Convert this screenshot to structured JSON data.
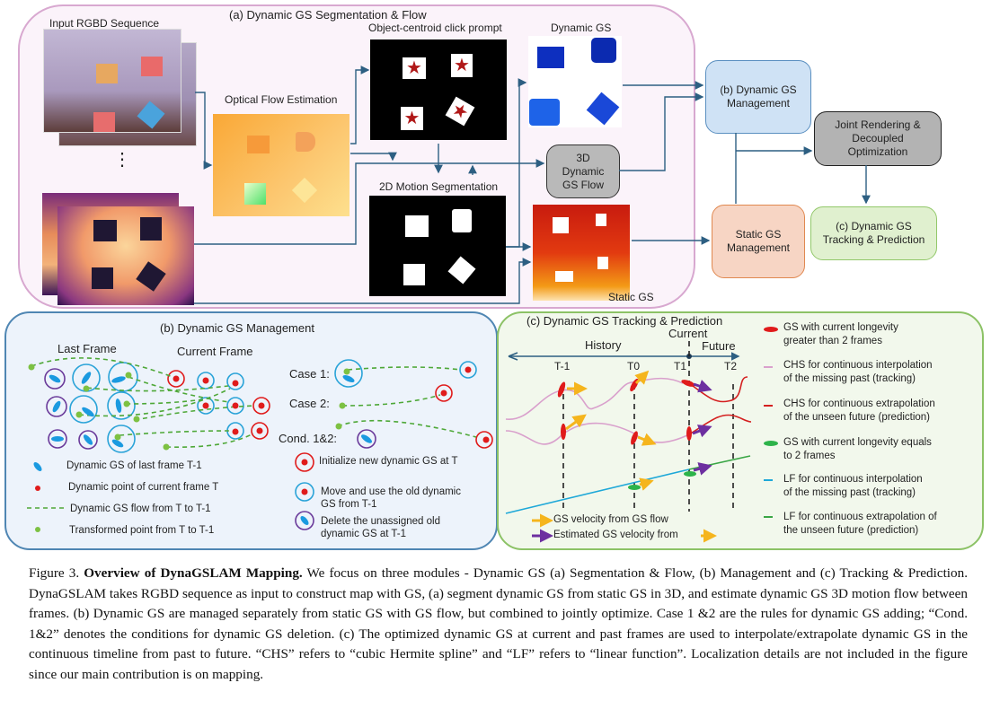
{
  "panel_a": {
    "title": "(a) Dynamic GS Segmentation & Flow",
    "input_label": "Input RGBD Sequence",
    "optical_flow_label": "Optical Flow Estimation",
    "click_prompt_label": "Object-centroid click prompt",
    "dynamic_gs_label": "Dynamic GS",
    "motion_seg_label": "2D Motion Segmentation",
    "flow_box": "3D\nDynamic\nGS Flow",
    "static_gs_label": "Static GS",
    "ellipsis": "⋮"
  },
  "pipeline": {
    "dyn_mgmt": "(b) Dynamic GS\nManagement",
    "joint_opt": "Joint Rendering &\nDecoupled\nOptimization",
    "static_mgmt": "Static GS\nManagement",
    "tracking": "(c) Dynamic GS\nTracking & Prediction"
  },
  "panel_b": {
    "title": "(b) Dynamic GS Management",
    "last_frame": "Last Frame",
    "current_frame": "Current Frame",
    "case1": "Case 1:",
    "case2": "Case 2:",
    "cond": "Cond. 1&2:",
    "legend": [
      "Dynamic GS of last frame T-1",
      "Dynamic point of  current frame T",
      "Dynamic GS flow from T to T-1",
      "Transformed point  from T to T-1"
    ],
    "rules": [
      "Initialize new dynamic GS at T",
      "Move and use the old dynamic\nGS from T-1",
      "Delete the unassigned old\ndynamic GS at T-1"
    ]
  },
  "panel_c": {
    "title": "(c) Dynamic GS Tracking & Prediction",
    "current": "Current",
    "history": "History",
    "future": "Future",
    "t_labels": [
      "T-1",
      "T0",
      "T1",
      "T2"
    ],
    "arrow_legend": [
      "GS velocity from GS flow",
      "Estimated GS velocity from"
    ],
    "legend": [
      "GS with current longevity\ngreater than 2 frames",
      "CHS for continuous interpolation\nof the missing past (tracking)",
      "CHS for continuous extrapolation\nof the unseen future (prediction)",
      "GS with current longevity equals\nto 2 frames",
      "LF for continuous interpolation\nof the missing past (tracking)",
      "LF for continuous extrapolation of\nthe unseen future (prediction)"
    ]
  },
  "colors": {
    "arrow": "#2d5f82",
    "red": "#e01b1b",
    "cyan": "#2aa3d8",
    "purple": "#6a3a9a",
    "green": "#7dc142",
    "orange_arrow": "#f5b51d",
    "purple_arrow": "#6d2fa0"
  },
  "caption": {
    "prefix": "Figure 3.",
    "bold": "Overview of DynaGSLAM Mapping.",
    "text": "We focus on three modules - Dynamic GS (a) Segmentation & Flow, (b) Management and (c) Tracking & Prediction. DynaGSLAM takes RGBD sequence as input to construct map with GS, (a) segment dynamic GS from static GS in 3D, and estimate dynamic GS 3D motion flow between frames. (b) Dynamic GS are managed separately from static GS with GS flow, but combined to jointly optimize. Case 1 &2 are the rules for dynamic GS adding; “Cond. 1&2” denotes the conditions for dynamic GS deletion. (c) The optimized dynamic GS at current and past frames are used to interpolate/extrapolate dynamic GS in the continuous timeline from past to future. “CHS” refers to “cubic Hermite spline” and “LF” refers to “linear function”. Localization details are not included in the figure since our main contribution is on mapping."
  }
}
